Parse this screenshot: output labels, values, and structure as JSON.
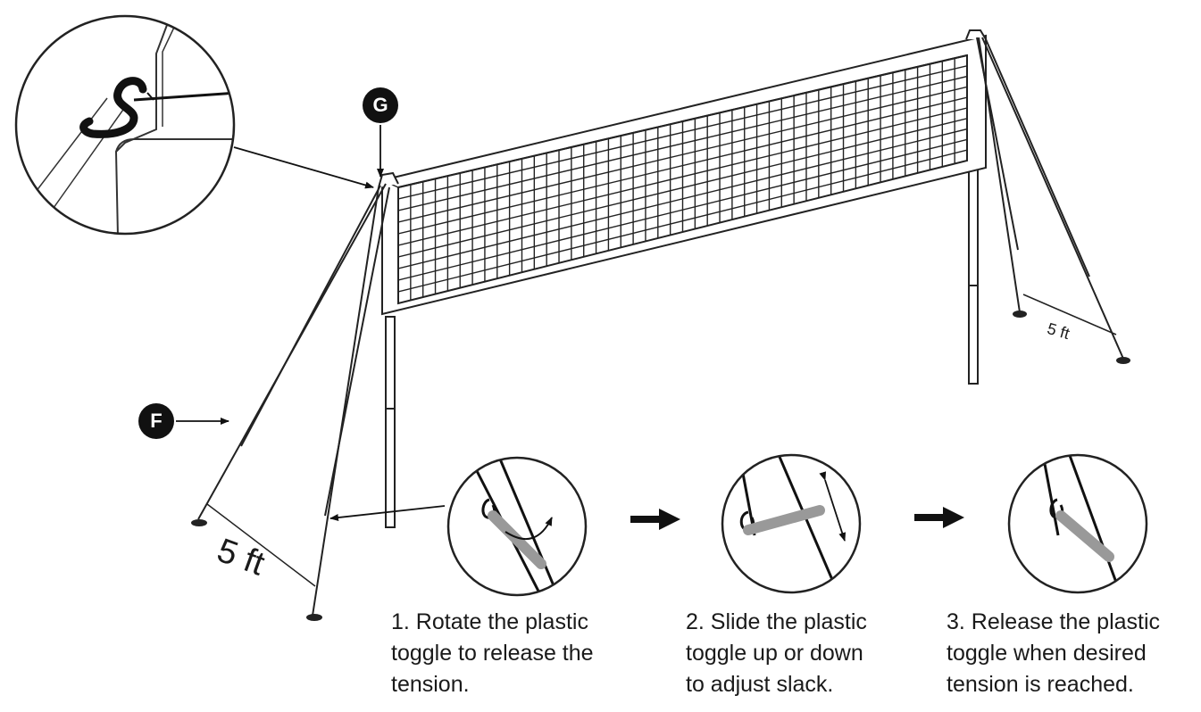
{
  "callouts": {
    "g": "G",
    "f": "F"
  },
  "distances": {
    "left": "5 ft",
    "right": "5 ft"
  },
  "steps": [
    {
      "lines": [
        "1. Rotate the plastic",
        "toggle to release the",
        "tension."
      ]
    },
    {
      "lines": [
        "2. Slide the plastic",
        "toggle up or down",
        "to adjust slack."
      ]
    },
    {
      "lines": [
        "3. Release the plastic",
        "toggle when desired",
        "tension is reached."
      ]
    }
  ]
}
